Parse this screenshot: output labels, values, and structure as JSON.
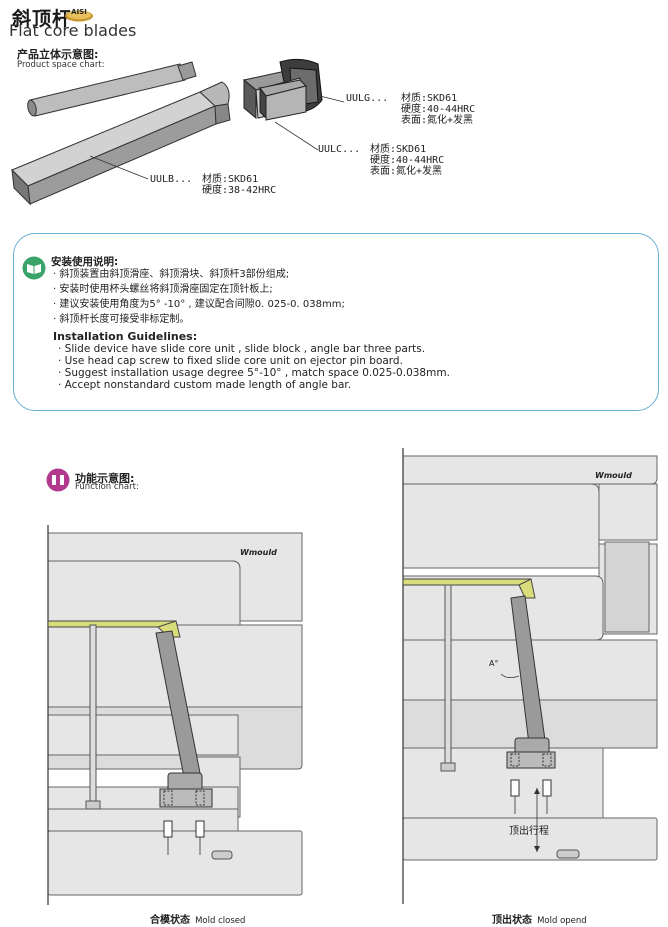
{
  "header": {
    "title_cn": "斜顶杆",
    "badge": "AISI",
    "title_en": "Flat core blades"
  },
  "product": {
    "section_cn": "产品立体示意图:",
    "section_en": "Product space chart:",
    "parts": [
      {
        "code": "UULG...",
        "material": "材质:SKD61",
        "hardness": "硬度:40-44HRC",
        "surface": "表面:氮化+发黑"
      },
      {
        "code": "UULC...",
        "material": "材质:SKD61",
        "hardness": "硬度:40-44HRC",
        "surface": "表面:氮化+发黑"
      },
      {
        "code": "UULB...",
        "material": "材质:SKD61",
        "hardness": "硬度:38-42HRC"
      }
    ]
  },
  "guidelines": {
    "title_cn": "安装使用说明:",
    "items_cn": [
      "· 斜顶装置由斜顶滑座、斜顶滑块、斜顶杆3部份组成;",
      "· 安装时使用杯头螺丝将斜顶滑座固定在顶针板上;",
      "· 建议安装使用角度为5° -10° , 建议配合间隙0. 025-0. 038mm;",
      "· 斜顶杆长度可接受非标定制。"
    ],
    "title_en": "Installation Guidelines:",
    "items_en": [
      "· Slide device have slide core unit , slide block , angle bar three parts.",
      "· Use head cap screw to fixed slide core unit on ejector pin board.",
      "· Suggest installation usage degree 5°-10° , match space 0.025-0.038mm.",
      "· Accept nonstandard custom made length of angle bar."
    ]
  },
  "function": {
    "section_cn": "功能示意图:",
    "section_en": "Function chart:",
    "brand": "Wmould",
    "angle_label": "A°",
    "stroke_label": "顶出行程",
    "closed_cn": "合模状态",
    "closed_en": "Mold closed",
    "open_cn": "顶出状态",
    "open_en": "Mold opend"
  },
  "colors": {
    "accent_blue": "#6aaed8",
    "icon_green": "#3aa36a",
    "icon_purple": "#b23a8c",
    "plate_gray": "#e6e6e6",
    "part_green": "#d9dc7a"
  }
}
